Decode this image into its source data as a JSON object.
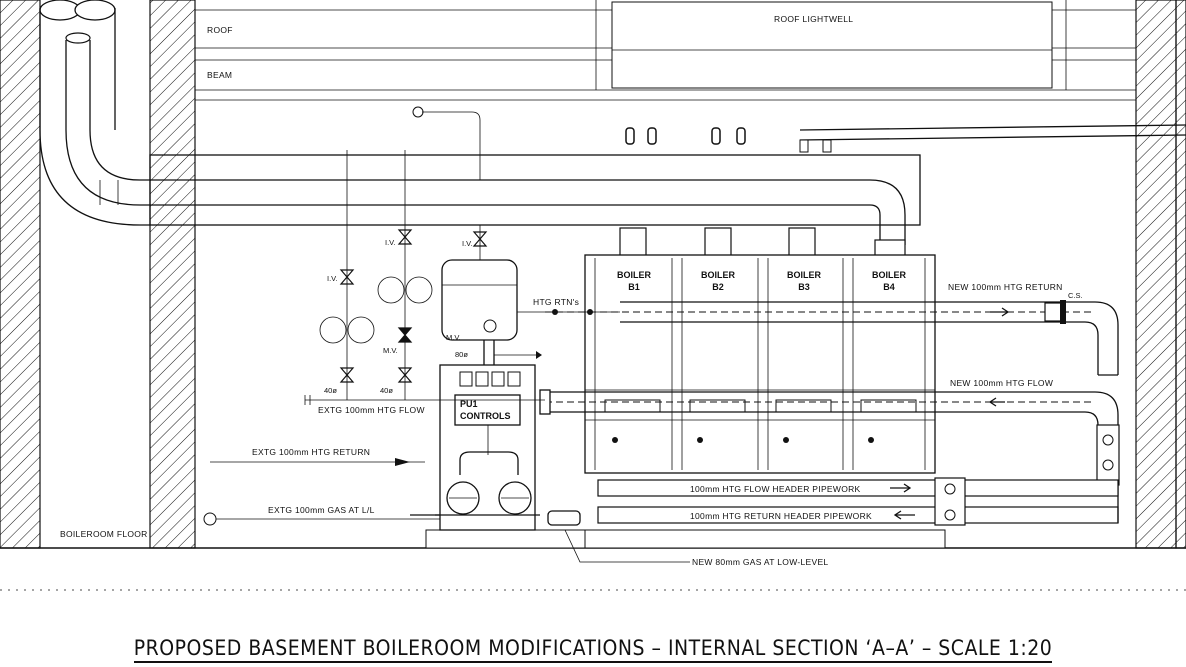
{
  "title": "PROPOSED BASEMENT BOILEROOM MODIFICATIONS – INTERNAL SECTION ‘A–A’ – SCALE 1:20",
  "structure": {
    "roof": "ROOF",
    "roof_lightwell": "ROOF LIGHTWELL",
    "beam": "BEAM",
    "floor": "BOILEROOM FLOOR"
  },
  "boilers": [
    {
      "line1": "BOILER",
      "line2": "B1"
    },
    {
      "line1": "BOILER",
      "line2": "B2"
    },
    {
      "line1": "BOILER",
      "line2": "B3"
    },
    {
      "line1": "BOILER",
      "line2": "B4"
    }
  ],
  "valves": {
    "iv": "I.V.",
    "mv": "M.V.",
    "cs": "C.S."
  },
  "labels": {
    "new_return": "NEW 100mm HTG RETURN",
    "new_flow": "NEW 100mm HTG FLOW",
    "htg_rtns": "HTG RTN's",
    "pu1_line1": "PU1",
    "pu1_line2": "CONTROLS",
    "size_80": "80ø",
    "size_40a": "40ø",
    "size_40b": "40ø",
    "extg_flow": "EXTG 100mm HTG FLOW",
    "extg_return": "EXTG 100mm HTG RETURN",
    "extg_gas": "EXTG 100mm GAS AT L/L",
    "flow_header": "100mm HTG FLOW HEADER PIPEWORK",
    "return_header": "100mm HTG RETURN HEADER PIPEWORK",
    "new_gas": "NEW 80mm GAS AT LOW-LEVEL"
  }
}
